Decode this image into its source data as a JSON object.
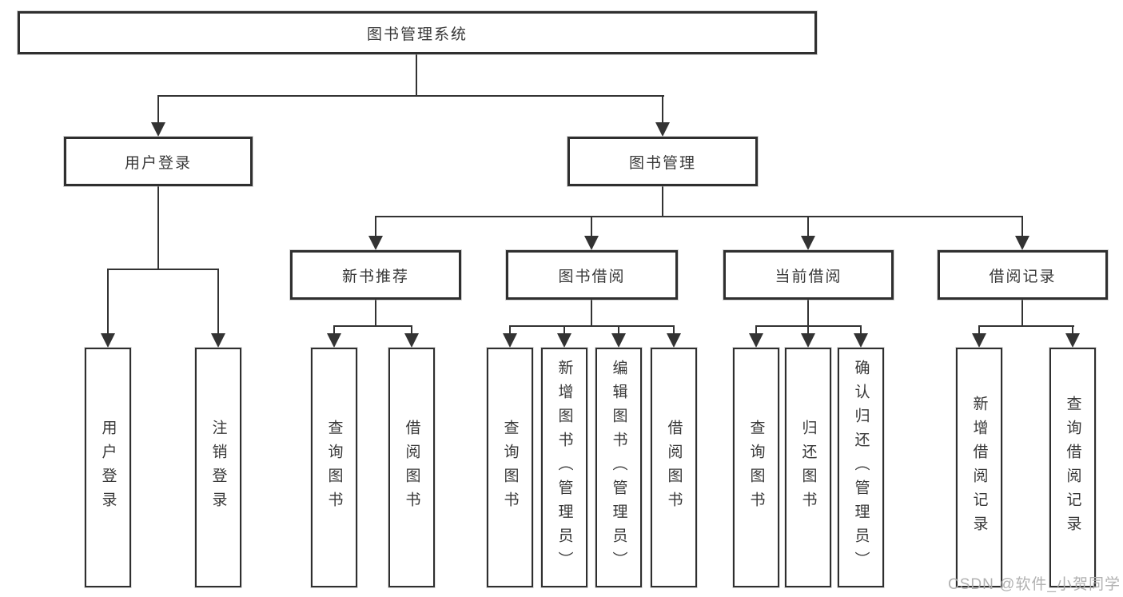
{
  "diagram": {
    "root": {
      "label": "图书管理系统"
    },
    "branches": [
      {
        "label": "用户登录",
        "children": [
          {
            "label": "用户登录"
          },
          {
            "label": "注销登录"
          }
        ]
      },
      {
        "label": "图书管理",
        "children": [
          {
            "label": "新书推荐",
            "children": [
              {
                "label": "查询图书"
              },
              {
                "label": "借阅图书"
              }
            ]
          },
          {
            "label": "图书借阅",
            "children": [
              {
                "label": "查询图书"
              },
              {
                "label": "新增图书（管理员）"
              },
              {
                "label": "编辑图书（管理员）"
              },
              {
                "label": "借阅图书"
              }
            ]
          },
          {
            "label": "当前借阅",
            "children": [
              {
                "label": "查询图书"
              },
              {
                "label": "归还图书"
              },
              {
                "label": "确认归还（管理员）"
              }
            ]
          },
          {
            "label": "借阅记录",
            "children": [
              {
                "label": "新增借阅记录"
              },
              {
                "label": "查询借阅记录"
              }
            ]
          }
        ]
      }
    ]
  },
  "watermark": {
    "text": "CSDN @软件_小贺同学"
  },
  "colors": {
    "line": "#333333",
    "box_border": "#2f2f2f",
    "text": "#383838",
    "background": "#ffffff",
    "watermark": "#adadad"
  }
}
